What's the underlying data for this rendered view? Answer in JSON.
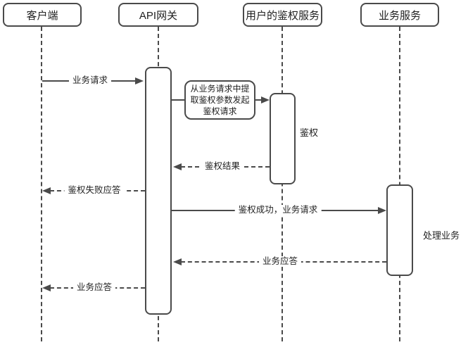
{
  "diagram": {
    "type": "sequence-diagram",
    "colors": {
      "line": "#4a4a4a",
      "text": "#1f1f1f",
      "background": "#ffffff"
    },
    "actors": [
      {
        "label": "客户端"
      },
      {
        "label": "API网关"
      },
      {
        "label": "用户的鉴权服务"
      },
      {
        "label": "业务服务"
      }
    ],
    "messages": {
      "request": "业务请求",
      "note": "从业务请求中提取鉴权参数发起鉴权请求",
      "auth": "鉴权",
      "auth_result": "鉴权结果",
      "auth_fail": "鉴权失败应答",
      "auth_success_request": "鉴权成功，业务请求",
      "process": "处理业务",
      "reply_to_gateway": "业务应答",
      "reply_to_client": "业务应答"
    }
  }
}
